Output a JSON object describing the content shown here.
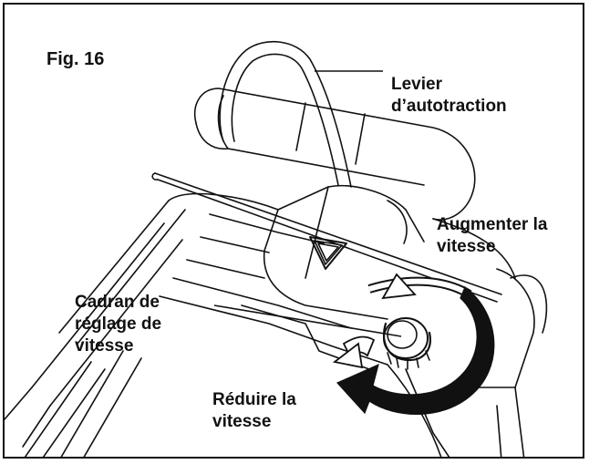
{
  "figure": {
    "number_label": "Fig. 16"
  },
  "labels": {
    "lever": {
      "line1": "Levier",
      "line2": "d’autotraction"
    },
    "increase": {
      "line1": "Augmenter la",
      "line2": "vitesse"
    },
    "dial": {
      "line1": "Cadran de",
      "line2": "réglage de",
      "line3": "vitesse"
    },
    "decrease": {
      "line1": "Réduire la",
      "line2": "vitesse"
    }
  },
  "colors": {
    "line": "#111111",
    "fill": "#ffffff",
    "arrow": "#111111"
  }
}
